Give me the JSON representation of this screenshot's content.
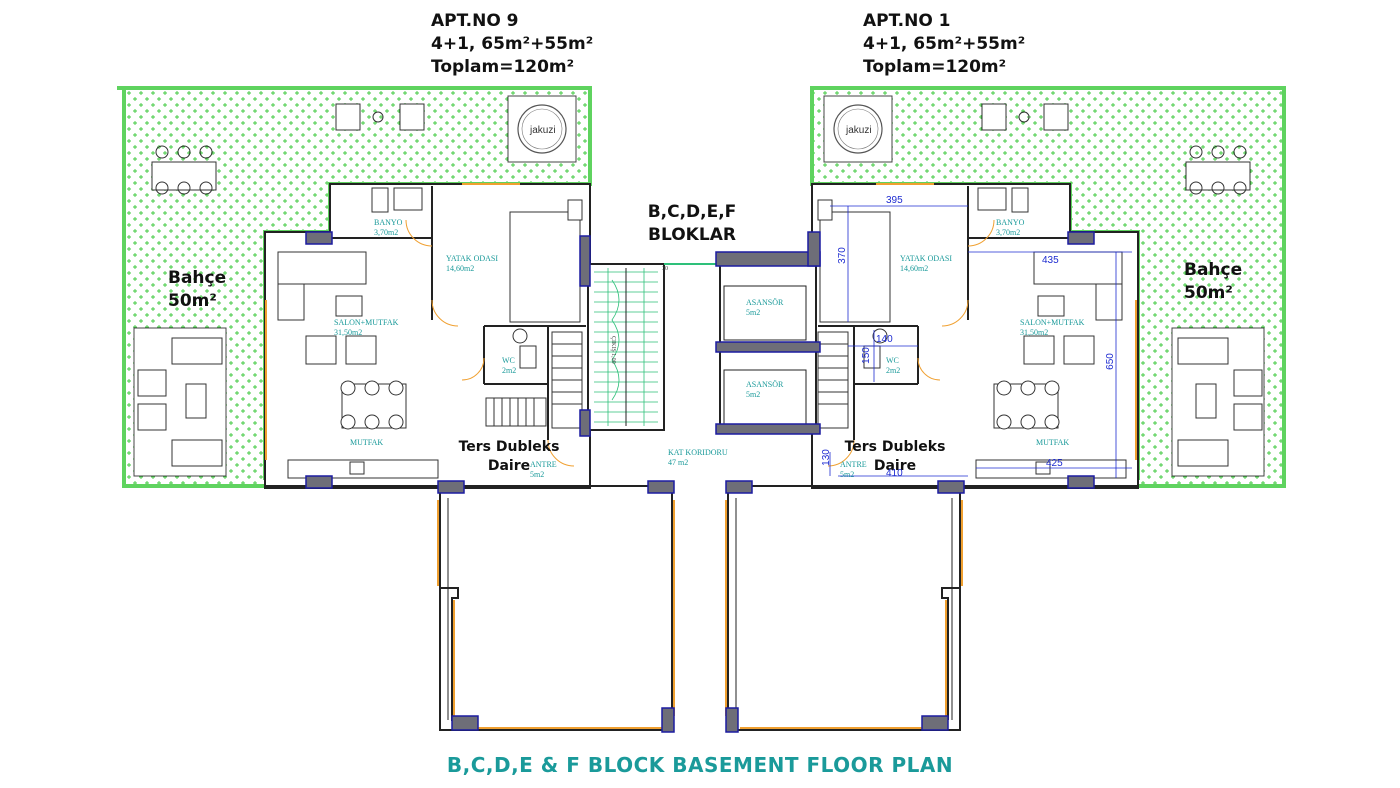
{
  "left_apartment": {
    "name": "APT.NO 9",
    "type": "4+1, 65m²+55m²",
    "total": "Toplam=120m²",
    "garden": {
      "name": "Bahçe",
      "area": "50m²"
    },
    "jacuzzi": "jakuzi",
    "duplex": {
      "line1": "Ters Dubleks",
      "line2": "Daire"
    },
    "rooms": {
      "bathroom": {
        "name": "BANYO",
        "area": "3,70m2"
      },
      "bedroom": {
        "name": "YATAK ODASI",
        "area": "14,60m2"
      },
      "living": {
        "name": "SALON+MUTFAK",
        "area": "31,50m2"
      },
      "wc": {
        "name": "WC",
        "area": "2m2"
      },
      "kitchen": {
        "name": "MUTFAK"
      },
      "entrance": {
        "name": "ANTRE",
        "area": "5m2"
      }
    }
  },
  "right_apartment": {
    "name": "APT.NO 1",
    "type": "4+1, 65m²+55m²",
    "total": "Toplam=120m²",
    "garden": {
      "name": "Bahçe",
      "area": "50m²"
    },
    "jacuzzi": "jakuzi",
    "duplex": {
      "line1": "Ters Dubleks",
      "line2": "Daire"
    },
    "rooms": {
      "bathroom": {
        "name": "BANYO",
        "area": "3,70m2"
      },
      "bedroom": {
        "name": "YATAK ODASI",
        "area": "14,60m2"
      },
      "living": {
        "name": "SALON+MUTFAK",
        "area": "31,50m2"
      },
      "wc": {
        "name": "WC",
        "area": "2m2"
      },
      "kitchen": {
        "name": "MUTFAK"
      },
      "entrance": {
        "name": "ANTRE",
        "area": "5m2"
      }
    },
    "dimensions": [
      "395",
      "370",
      "435",
      "140",
      "150",
      "650",
      "130",
      "410",
      "425"
    ]
  },
  "blocks": {
    "line1": "B,C,D,E,F",
    "line2": "BLOKLAR"
  },
  "core": {
    "elevator1": {
      "name": "ASANSÖR",
      "area": "5m2"
    },
    "elevator2": {
      "name": "ASANSÖR",
      "area": "5m2"
    },
    "corridor": {
      "name": "KAT KORIDORU",
      "area": "47 m2"
    },
    "stair_marks": [
      "30",
      "ÇIKIŞ 1,00"
    ]
  },
  "plan_title": "B,C,D,E & F BLOCK BASEMENT FLOOR PLAN",
  "colors": {
    "garden_border": "#5fd35f",
    "garden_fill": "#f5fff5",
    "garden_cross": "#3fc93f",
    "wall": "#222222",
    "column_fill": "#6e6e78",
    "column_stroke": "#1c1ca0",
    "window": "#f0a030",
    "room_label": "#1a9a9a",
    "dimension": "#1d2bd0",
    "stair_green": "#2ec07a"
  }
}
